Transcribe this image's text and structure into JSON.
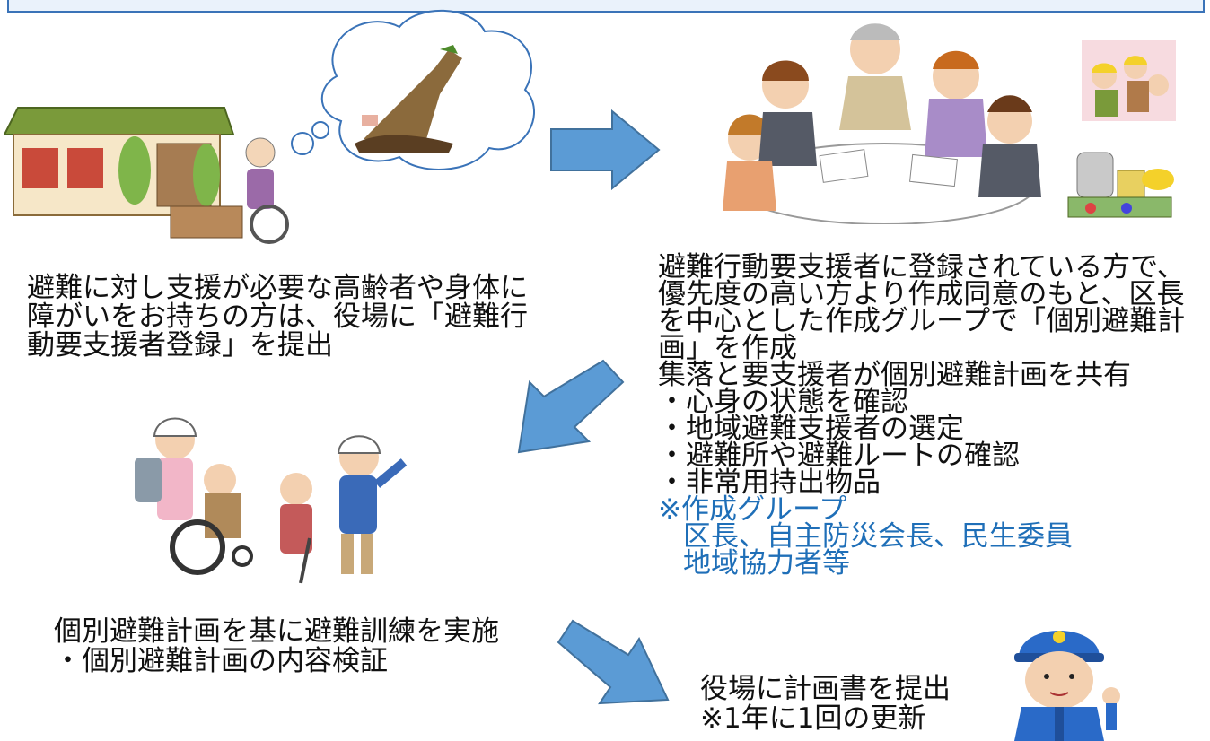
{
  "step1": {
    "lines": [
      "避難に対し支援が必要な高齢者や身体に",
      "障がいをお持ちの方は、役場に「避難行",
      "動要支援者登録」を提出"
    ]
  },
  "step2": {
    "lines": [
      "避難行動要支援者に登録されている方で、",
      "優先度の高い方より作成同意のもと、区長",
      "を中心とした作成グループで「個別避難計",
      "画」を作成",
      "集落と要支援者が個別避難計画を共有"
    ],
    "bullets": [
      "・心身の状態を確認",
      "・地域避難支援者の選定",
      "・避難所や避難ルートの確認",
      "・非常用持出物品"
    ],
    "group_title": "※作成グループ",
    "group_lines": [
      "区長、自主防災会長、民生委員",
      "地域協力者等"
    ]
  },
  "step3": {
    "lines": [
      "個別避難計画を基に避難訓練を実施",
      "・個別避難計画の内容検証"
    ]
  },
  "step4": {
    "lines": [
      "役場に計画書を提出",
      "※1年に1回の更新"
    ]
  },
  "colors": {
    "arrow": "#5b9bd5",
    "arrow_stroke": "#41719c",
    "accent_text": "#1f6fb8",
    "frame": "#3a73b8"
  }
}
